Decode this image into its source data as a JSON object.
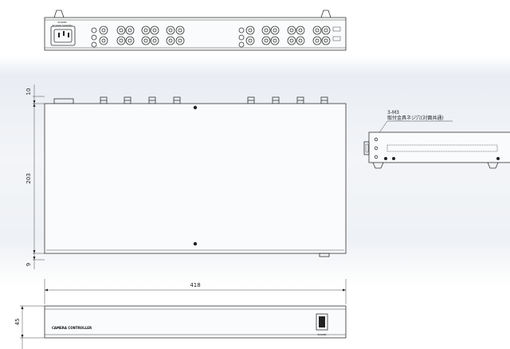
{
  "dimensions": {
    "top_margin": "10",
    "depth": "203",
    "bottom_margin": "9",
    "width": "418",
    "height": "45"
  },
  "front_panel": {
    "title": "CAMERA CONTROLLER",
    "power_label": "POWER"
  },
  "side_view": {
    "note_line1": "3-M3",
    "note_line2": "取付金具ネジ穴(対面共通)"
  },
  "rear_panel": {
    "power_label_line1": "POWER",
    "power_label_line2": "AC100V 50/60Hz"
  }
}
